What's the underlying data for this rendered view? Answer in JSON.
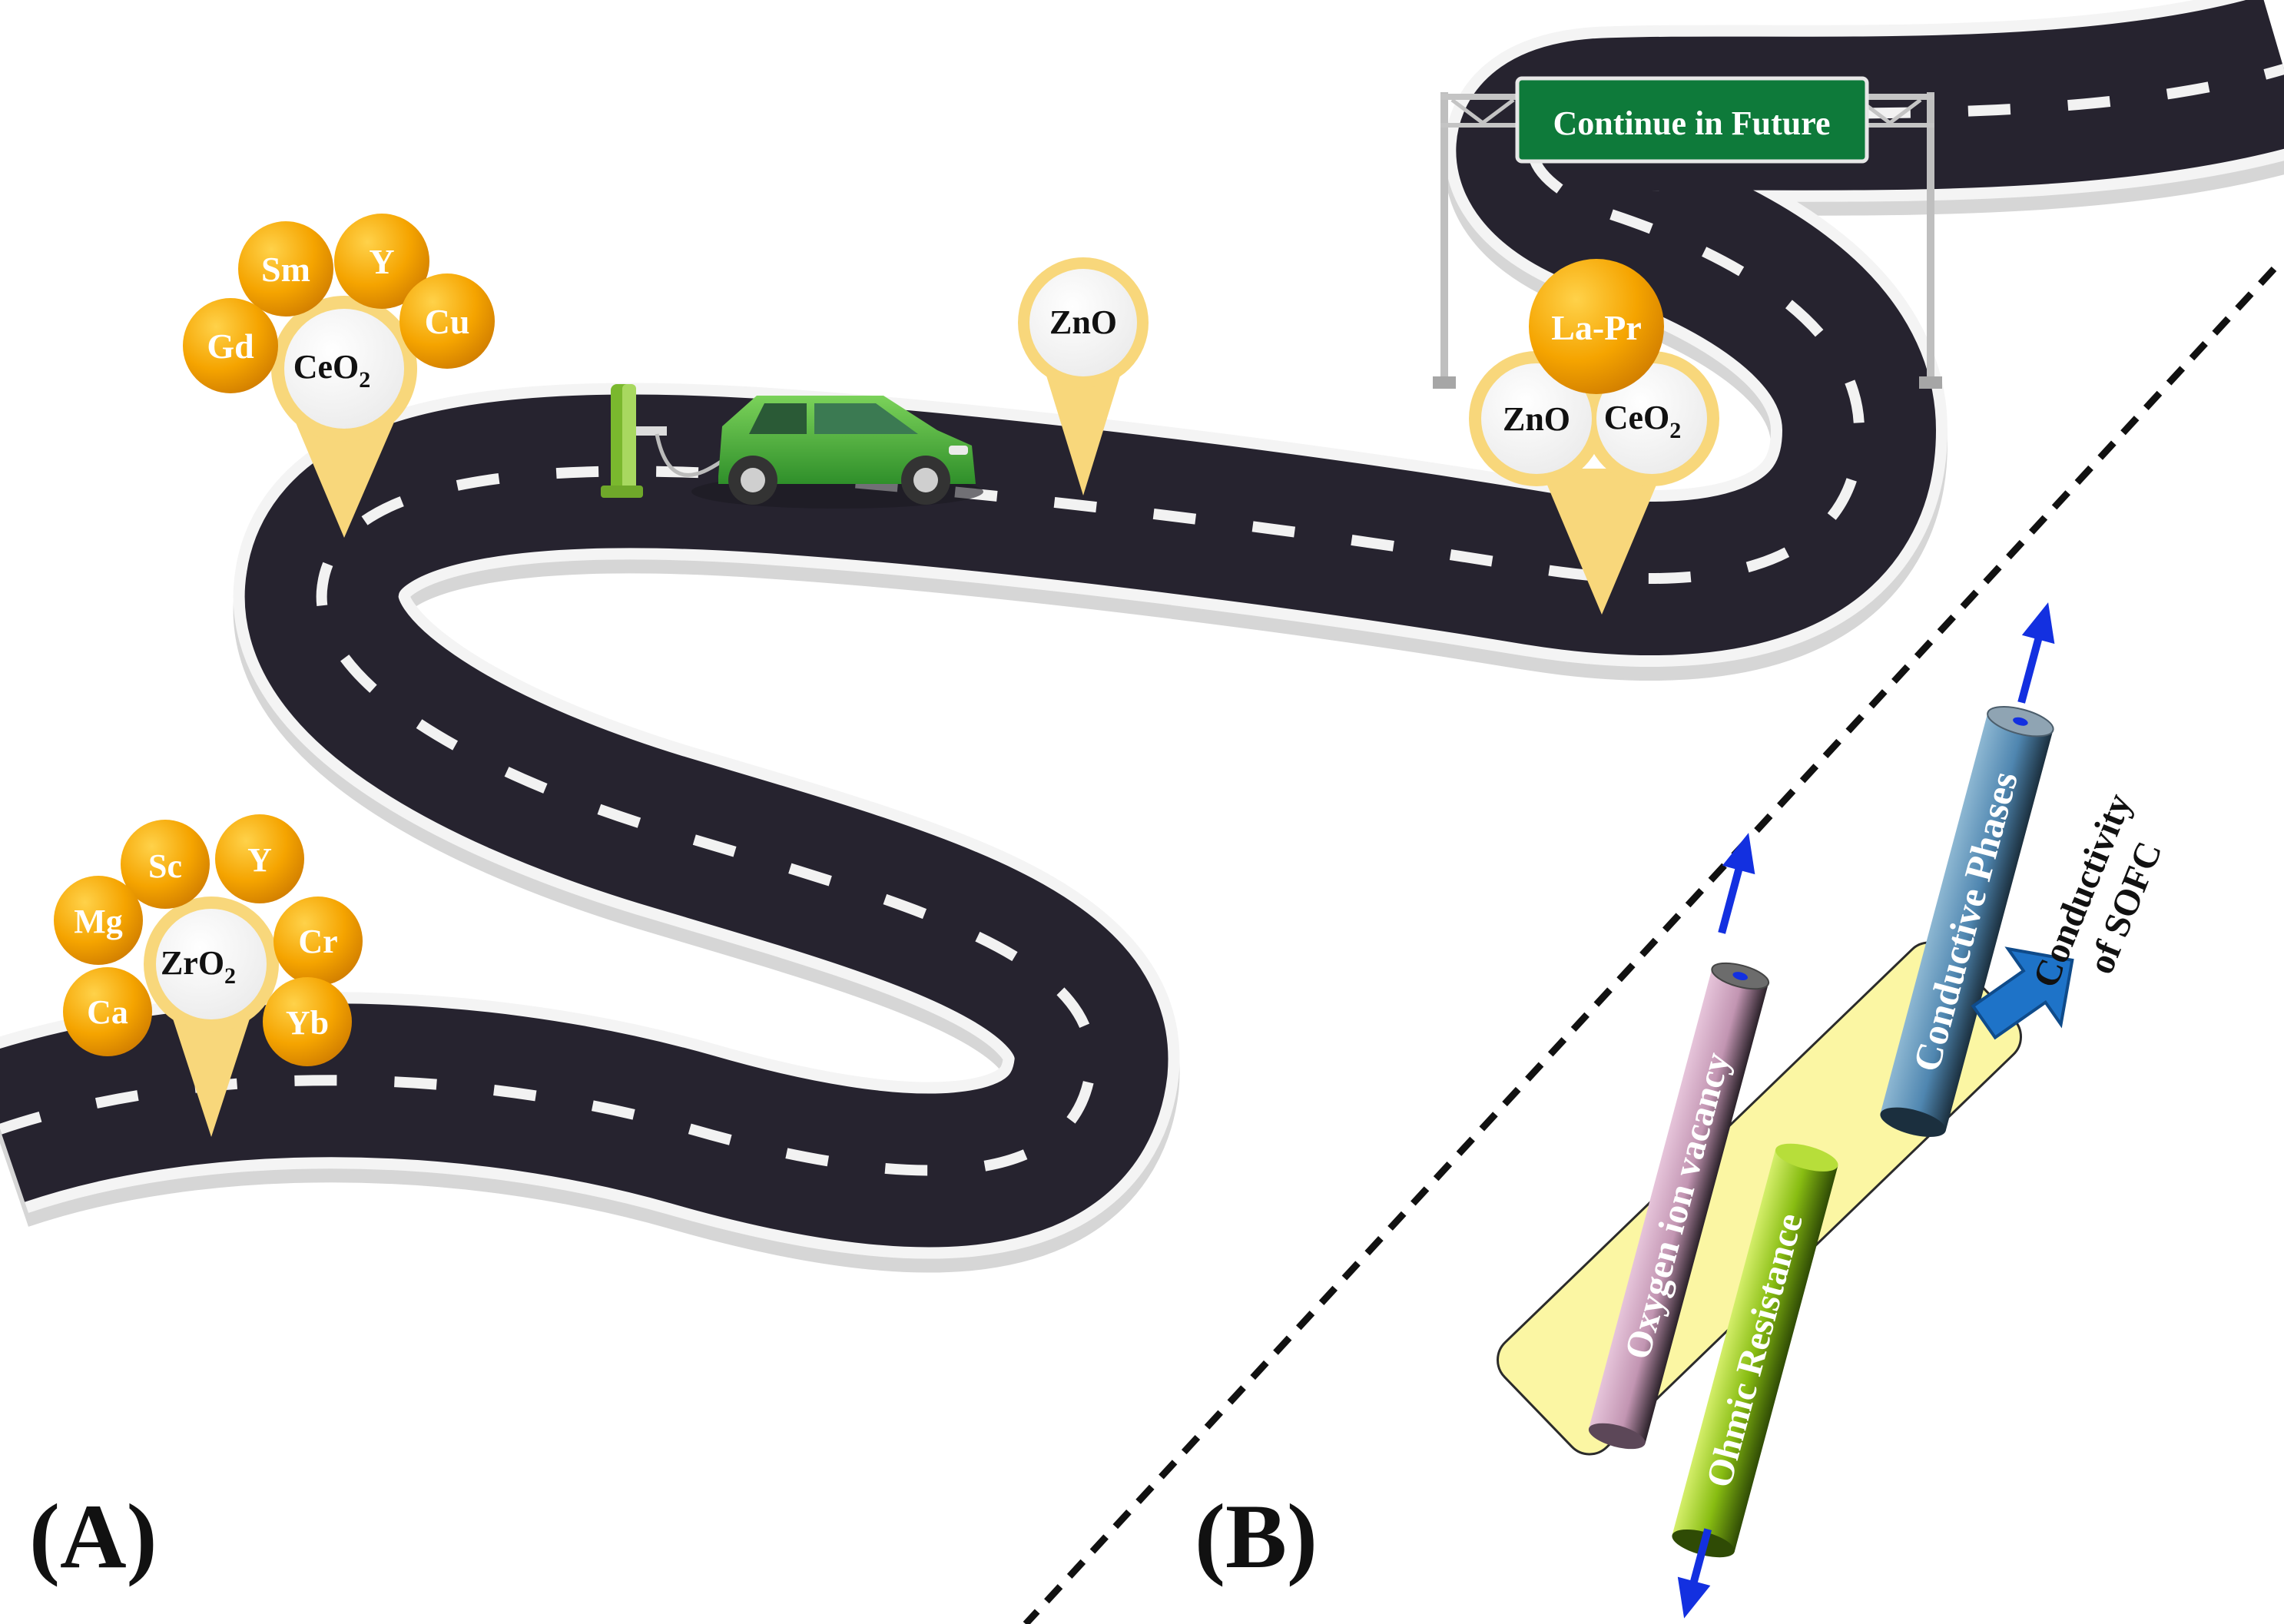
{
  "panel_labels": {
    "a": "(A)",
    "b": "(B)"
  },
  "sign": {
    "text": "Continue in Future",
    "color": "#0e7a3a"
  },
  "markers": {
    "zro2": {
      "host": "ZrO",
      "sub": "2",
      "dopants": [
        "Sc",
        "Y",
        "Mg",
        "Cr",
        "Ca",
        "Yb"
      ]
    },
    "ceo2": {
      "host": "CeO",
      "sub": "2",
      "dopants": [
        "Sm",
        "Y",
        "Gd",
        "Cu"
      ]
    },
    "zno": {
      "host": "ZnO"
    },
    "combo": {
      "top": "La-Pr",
      "left": "ZnO",
      "right_host": "CeO",
      "right_sub": "2"
    }
  },
  "panel_b": {
    "cylinders": [
      {
        "label": "Oxygen ion vacancy",
        "color": "#c89ab8",
        "arrow": "up"
      },
      {
        "label": "Ohmic Resistance",
        "color": "#8fc21a",
        "arrow": "down"
      },
      {
        "label": "Conductive Phases",
        "color": "#4f86b0",
        "arrow": "up"
      }
    ],
    "caption_line1": "Conductivity",
    "caption_line2": "of SOFC"
  },
  "colors": {
    "road": "#26232f",
    "road_edge": "#d4d4d4",
    "dash": "#f2f2f2",
    "dopant_bubble": "#f5a400",
    "pin": "#f8d77b",
    "highlight": "#fbf6a3",
    "arrow": "#1330e0",
    "car": "#4bb83c"
  }
}
